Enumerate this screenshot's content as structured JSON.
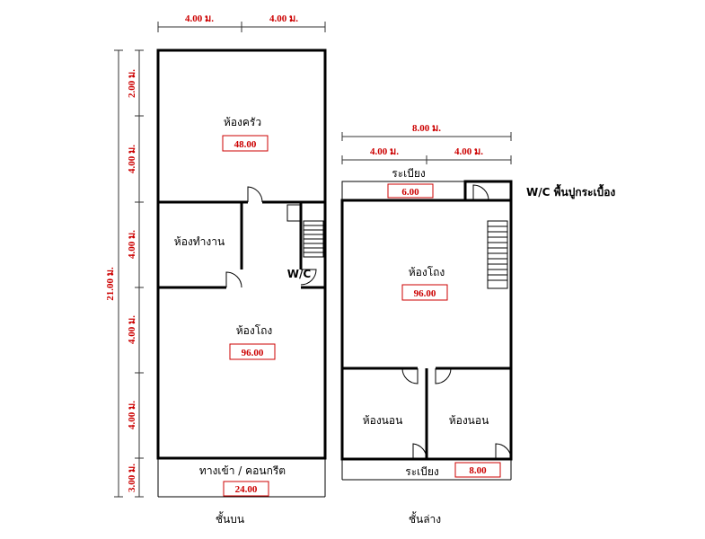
{
  "upper_floor": {
    "caption": "ชั้นบน",
    "top_dims": [
      "4.00 ม.",
      "4.00 ม."
    ],
    "side_dims": [
      "2.00 ม.",
      "4.00 ม.",
      "4.00 ม.",
      "4.00 ม.",
      "4.00 ม.",
      "3.00 ม."
    ],
    "total_dim": "21.00 ม.",
    "rooms": {
      "kitchen": {
        "label": "ห้องครัว",
        "area": "48.00"
      },
      "office": {
        "label": "ห้องทำงาน"
      },
      "wc": {
        "label": "W/C"
      },
      "living": {
        "label": "ห้องโถง",
        "area": "96.00"
      },
      "entrance": {
        "label": "ทางเข้า / คอนกรีต",
        "area": "24.00"
      }
    }
  },
  "lower_floor": {
    "caption": "ชั้นล่าง",
    "overall_dim": "8.00 ม.",
    "top_dims": [
      "4.00 ม.",
      "4.00 ม."
    ],
    "rooms": {
      "top_balcony": {
        "label": "ระเบียง",
        "area": "6.00"
      },
      "wc_note": {
        "label": "W/C พื้นปูกระเบื้อง"
      },
      "living": {
        "label": "ห้องโถง",
        "area": "96.00"
      },
      "bedroom_left": {
        "label": "ห้องนอน"
      },
      "bedroom_right": {
        "label": "ห้องนอน"
      },
      "bottom_balcony": {
        "label": "ระเบียง",
        "area": "8.00"
      }
    }
  }
}
